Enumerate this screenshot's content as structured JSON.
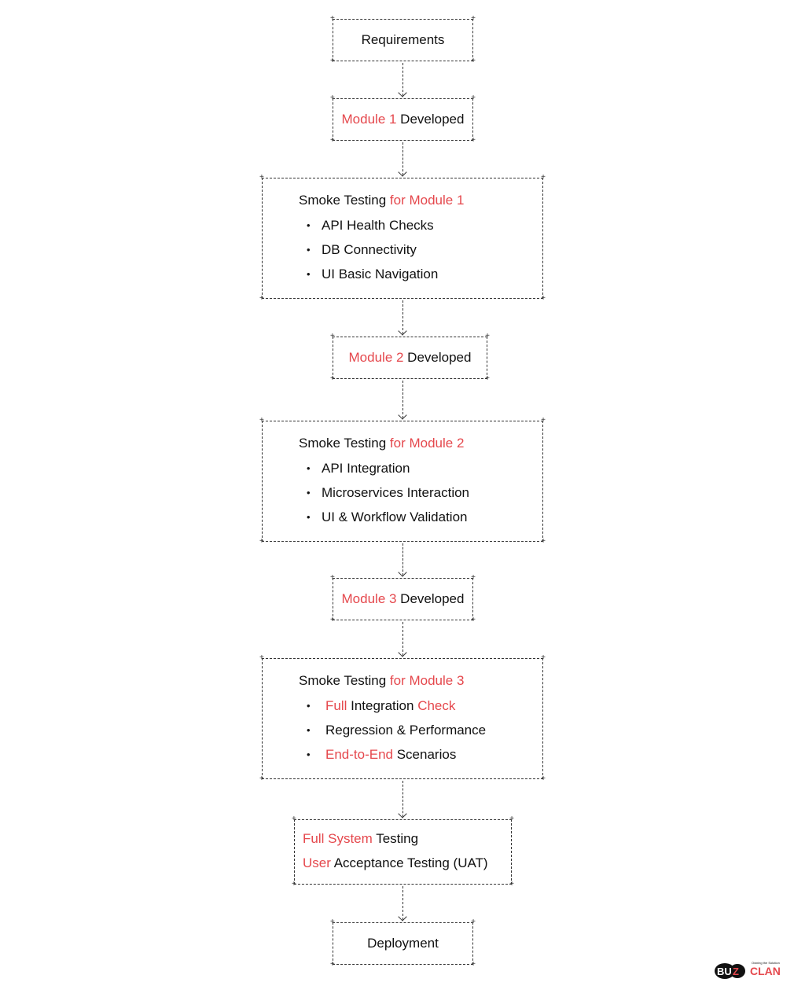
{
  "requirements": "Requirements",
  "module1": {
    "red": "Module 1",
    "black": " Developed"
  },
  "smoke1": {
    "title_black": "Smoke Testing ",
    "title_red": "for Module 1",
    "items": [
      "API Health Checks",
      "DB Connectivity",
      "UI Basic Navigation"
    ]
  },
  "module2": {
    "red": "Module 2",
    "black": " Developed"
  },
  "smoke2": {
    "title_black": "Smoke Testing ",
    "title_red": "for Module 2",
    "items": [
      "API Integration",
      "Microservices Interaction",
      "UI & Workflow Validation"
    ]
  },
  "module3": {
    "red": "Module 3",
    "black": " Developed"
  },
  "smoke3": {
    "title_black": "Smoke Testing ",
    "title_red": "for Module 3",
    "item1": {
      "red1": "Full",
      "black": " Integration ",
      "red2": "Check"
    },
    "item2": "Regression & Performance",
    "item3": {
      "red": "End-to-End",
      "black": " Scenarios"
    }
  },
  "final": {
    "line1_red": "Full System",
    "line1_black": " Testing",
    "line2_red": "User",
    "line2_black": " Acceptance Testing (UAT)"
  },
  "deployment": "Deployment",
  "logo": {
    "main1": "BU",
    "main2": "Z",
    "main3": "CLAN",
    "tagline": "Owning the Solution"
  },
  "colors": {
    "accent": "#e5484d",
    "line": "#333333"
  }
}
